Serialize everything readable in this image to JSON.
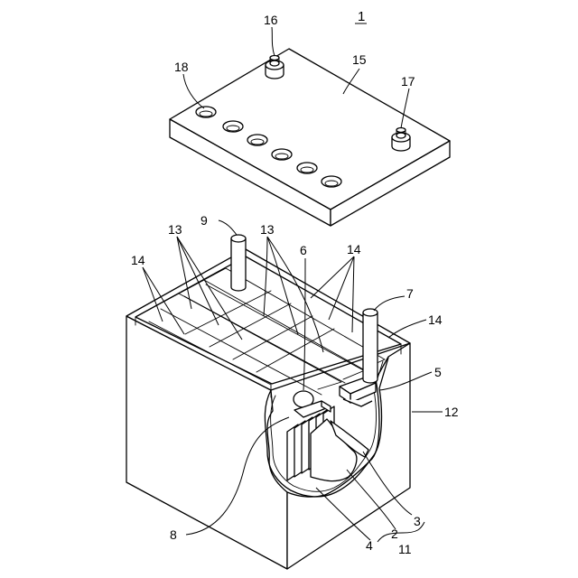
{
  "figure": {
    "number": "1"
  },
  "labels": {
    "n16": "16",
    "n18": "18",
    "n15": "15",
    "n17": "17",
    "n9": "9",
    "n13a": "13",
    "n13b": "13",
    "n14a": "14",
    "n14b": "14",
    "n14c": "14",
    "n6": "6",
    "n7": "7",
    "n5": "5",
    "n12": "12",
    "n8": "8",
    "n3": "3",
    "n2": "2",
    "n4": "4",
    "n11": "11"
  }
}
